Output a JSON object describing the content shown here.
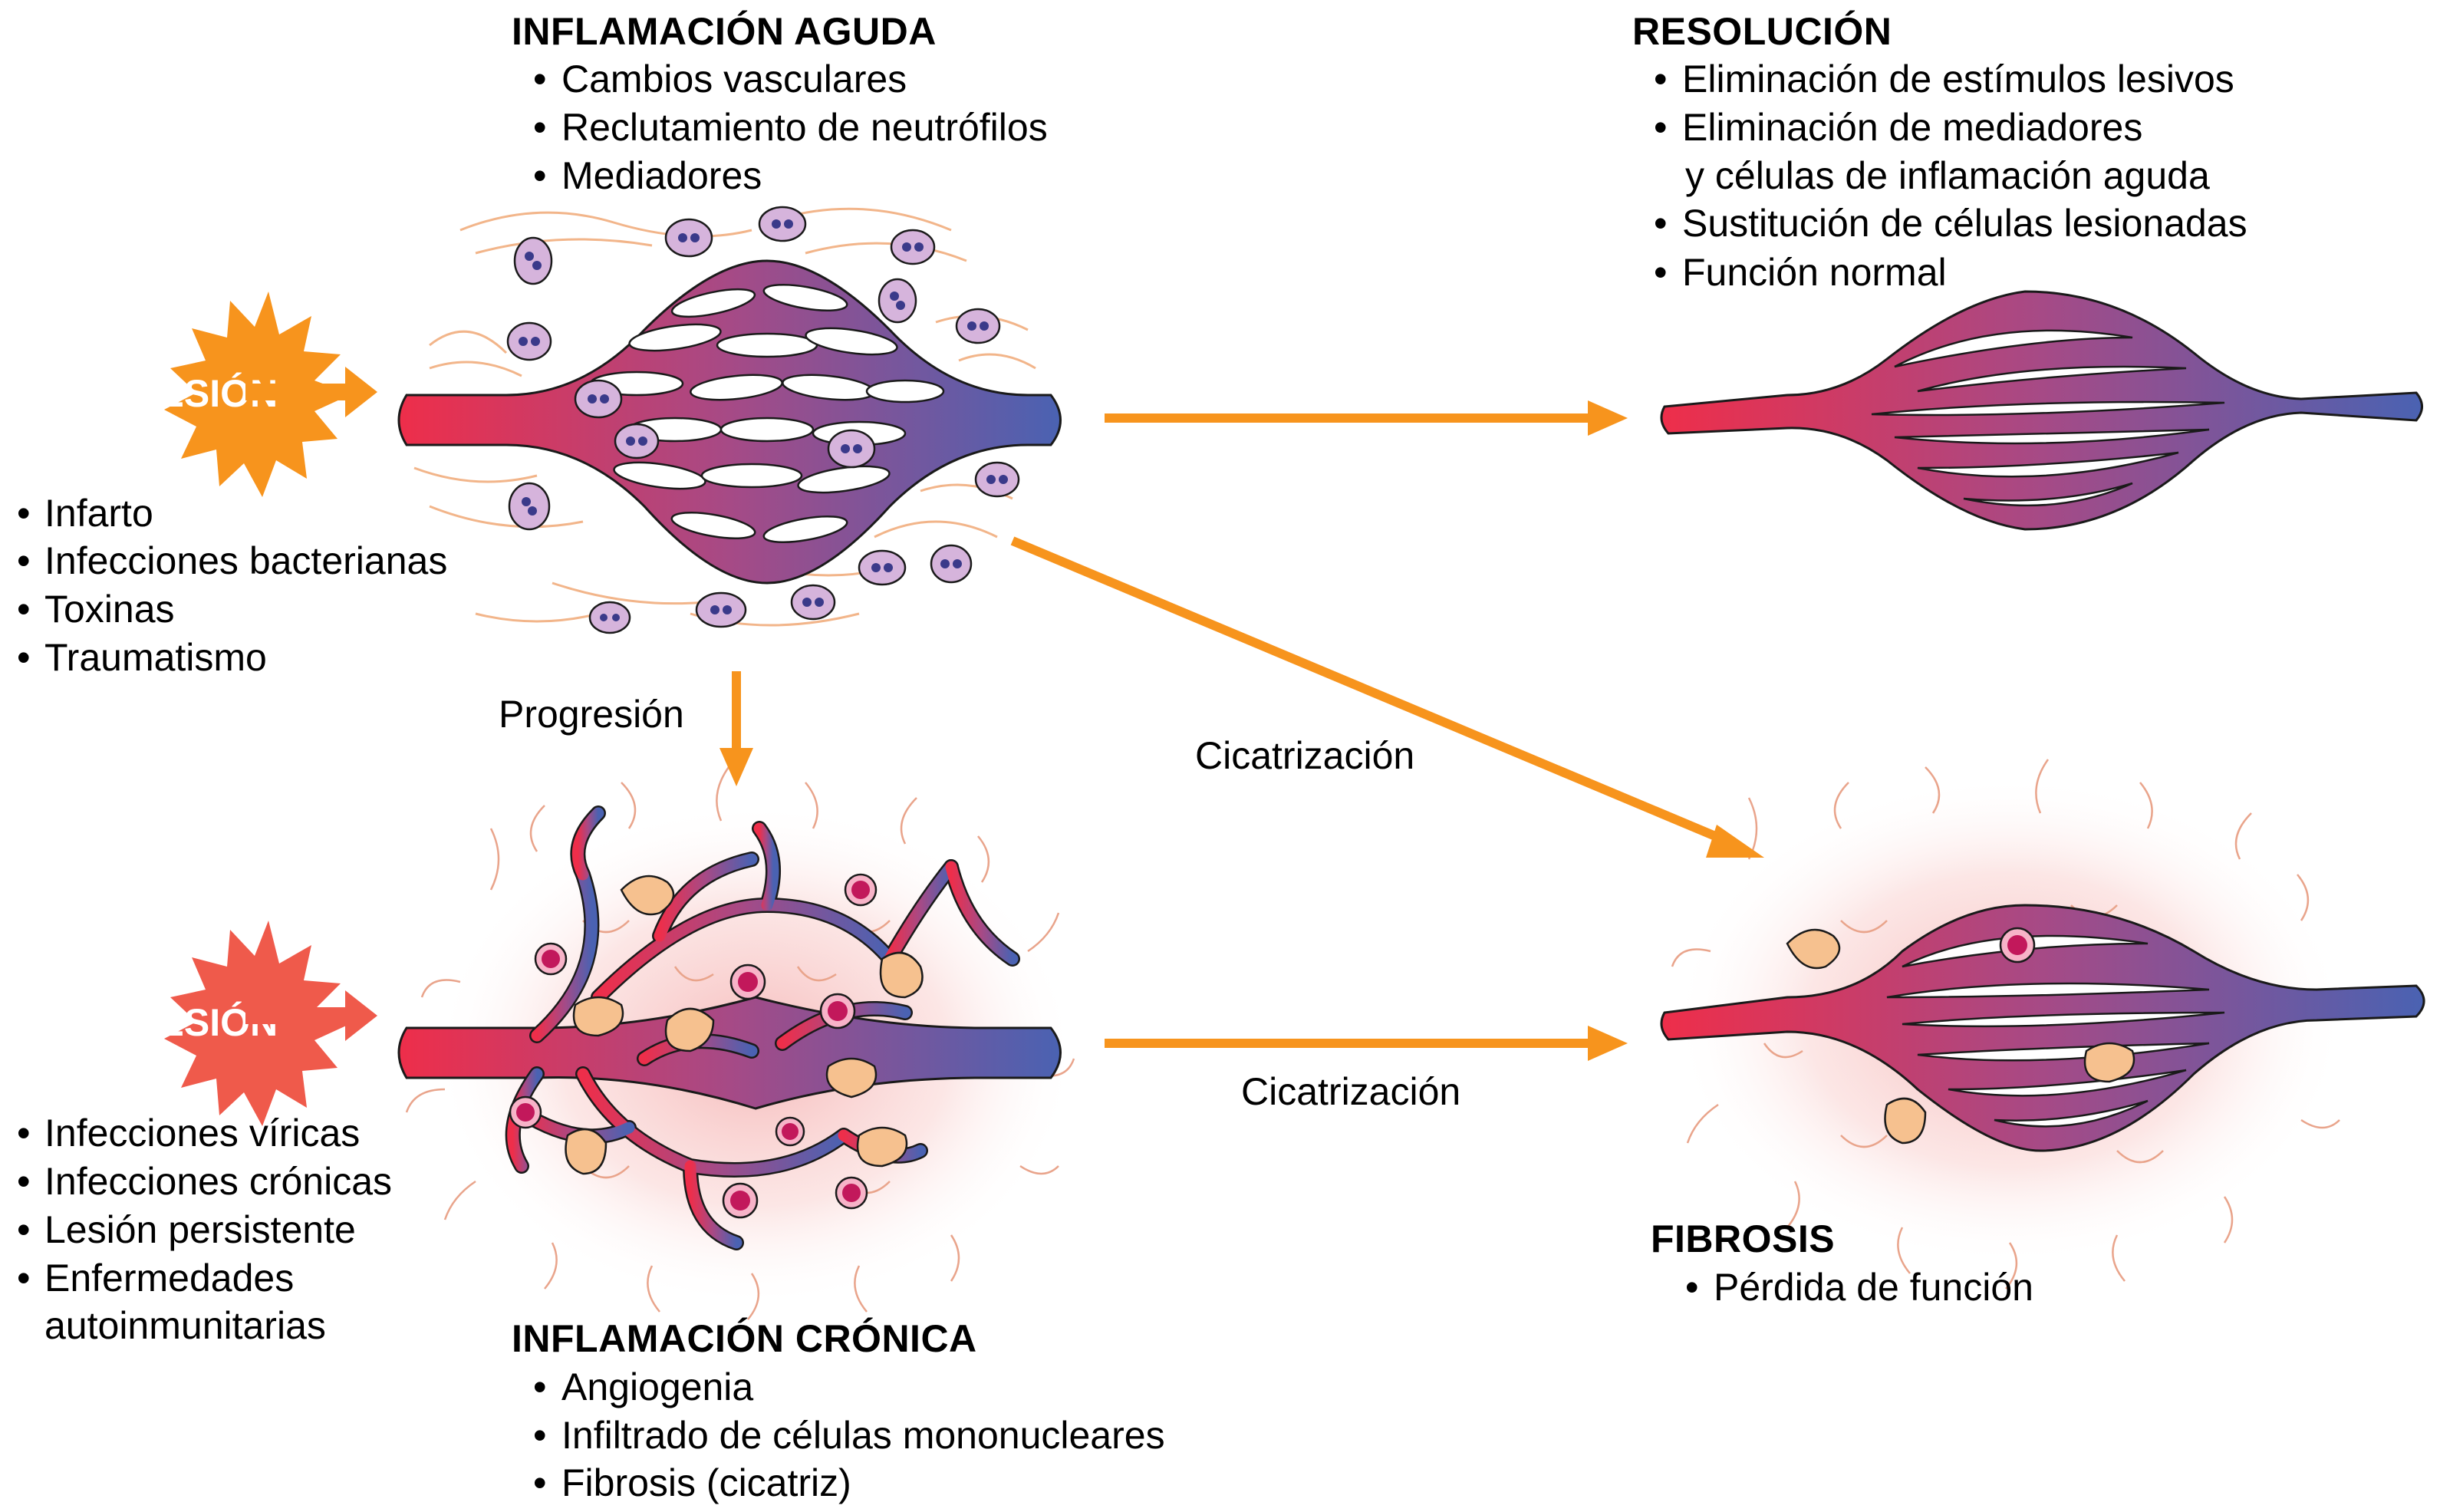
{
  "acute": {
    "title": "INFLAMACIÓN AGUDA",
    "items": [
      "Cambios vasculares",
      "Reclutamiento de neutrófilos",
      "Mediadores"
    ]
  },
  "resolution": {
    "title": "RESOLUCIÓN",
    "items": [
      "Eliminación de estímulos lesivos",
      "Eliminación de mediadores",
      "y células de inflamación aguda",
      "Sustitución de células lesionadas",
      "Función normal"
    ]
  },
  "injury_acute": {
    "label": "LESIÓN",
    "color": "#f7941d",
    "causes": [
      "Infarto",
      "Infecciones bacterianas",
      "Toxinas",
      "Traumatismo"
    ]
  },
  "injury_chronic": {
    "label": "LESIÓN",
    "color": "#ef5a4b",
    "causes": [
      "Infecciones víricas",
      "Infecciones crónicas",
      "Lesión persistente",
      "Enfermedades",
      "autoinmunitarias"
    ]
  },
  "chronic": {
    "title": "INFLAMACIÓN CRÓNICA",
    "items": [
      "Angiogenia",
      "Infiltrado de células mononucleares",
      "Fibrosis (cicatriz)"
    ]
  },
  "fibrosis": {
    "title": "FIBROSIS",
    "items": [
      "Pérdida de función"
    ]
  },
  "arrows": {
    "progression": "Progresión",
    "scarring_diagonal": "Cicatrización",
    "scarring_horizontal": "Cicatrización"
  },
  "colors": {
    "arrow": "#f7941d",
    "arterial": "#e8344f",
    "venous": "#4f63b0",
    "neutrophil": "#d6b4dc",
    "macrophage": "#f6c18f",
    "lymphocyte": "#e8719a"
  }
}
